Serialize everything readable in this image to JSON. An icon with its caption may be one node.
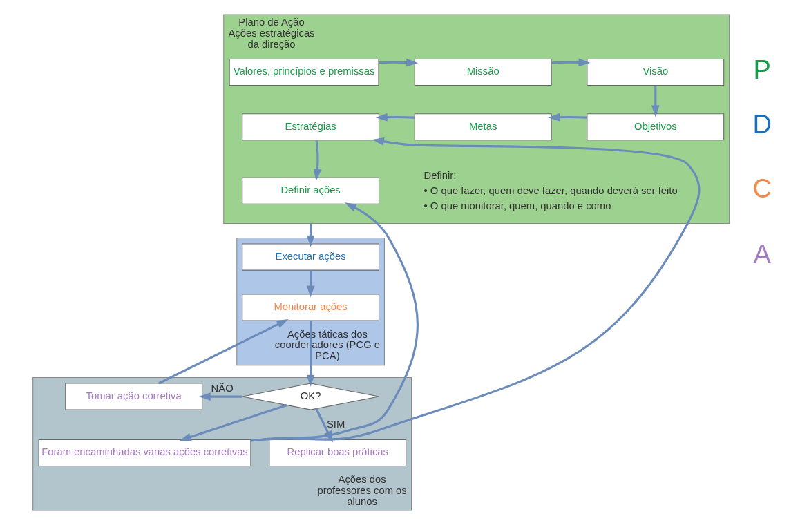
{
  "diagram": {
    "nodes": [
      {
        "text": [
          "Plano de Ação",
          "Ações estratégicas da direção"
        ]
      },
      {
        "text": [
          "Valores, princípios e premissas"
        ],
        "in": 0
      },
      {
        "text": [
          "Missão"
        ],
        "in": 0
      },
      {
        "text": [
          "Visão"
        ],
        "in": 0
      },
      {
        "text": [
          "Estratégias"
        ],
        "in": 0
      },
      {
        "text": [
          "Metas"
        ],
        "in": 0
      },
      {
        "text": [
          "Objetivos"
        ],
        "in": 0
      },
      {
        "text": [
          "Definir ações"
        ],
        "in": 0
      },
      {
        "text": [
          "Ações táticas dos coordenadores (PCG e PCA)"
        ]
      },
      {
        "text": [
          "Executar ações"
        ],
        "in": 8
      },
      {
        "text": [
          "Monitorar ações"
        ],
        "in": 8
      },
      {
        "text": [
          "Ações dos professores com os alunos"
        ]
      },
      {
        "text": [
          "Tomar ação corretiva"
        ],
        "in": 11
      },
      {
        "text": [
          "OK?"
        ],
        "in": 11
      },
      {
        "text": [
          "Foram encaminhadas várias ações corretivas"
        ],
        "in": 11
      },
      {
        "text": [
          "Replicar boas práticas"
        ],
        "in": 11
      }
    ],
    "edges": [
      {
        "from": 1,
        "to": 2,
        "arrow": "to"
      },
      {
        "from": 2,
        "to": 3,
        "arrow": "to"
      },
      {
        "from": 3,
        "to": 6,
        "arrow": "to"
      },
      {
        "from": 6,
        "to": 5,
        "arrow": "to"
      },
      {
        "from": 5,
        "to": 4,
        "arrow": "to"
      },
      {
        "from": 4,
        "to": 7,
        "arrow": "to"
      },
      {
        "from": 0,
        "to": 9,
        "arrow": "to"
      },
      {
        "from": 9,
        "to": 10,
        "arrow": "to"
      },
      {
        "from": 10,
        "to": 13,
        "arrow": "to"
      },
      {
        "from": 13,
        "to": 12,
        "arrow": "to",
        "label": "NÃO"
      },
      {
        "from": 13,
        "to": 14,
        "arrow": "to"
      },
      {
        "from": 13,
        "to": 15,
        "arrow": "to",
        "label": "SIM"
      },
      {
        "from": 12,
        "to": 10,
        "arrow": "to"
      },
      {
        "from": 14,
        "to": 4,
        "arrow": "to"
      },
      {
        "from": 14,
        "to": 7,
        "arrow": "to"
      }
    ],
    "labels": [
      "Definir:",
      "• O que fazer, quem deve fazer, quando deverá ser feito",
      "• O que monitorar, quem, quando e como",
      "P",
      "D",
      "C",
      "A"
    ]
  }
}
